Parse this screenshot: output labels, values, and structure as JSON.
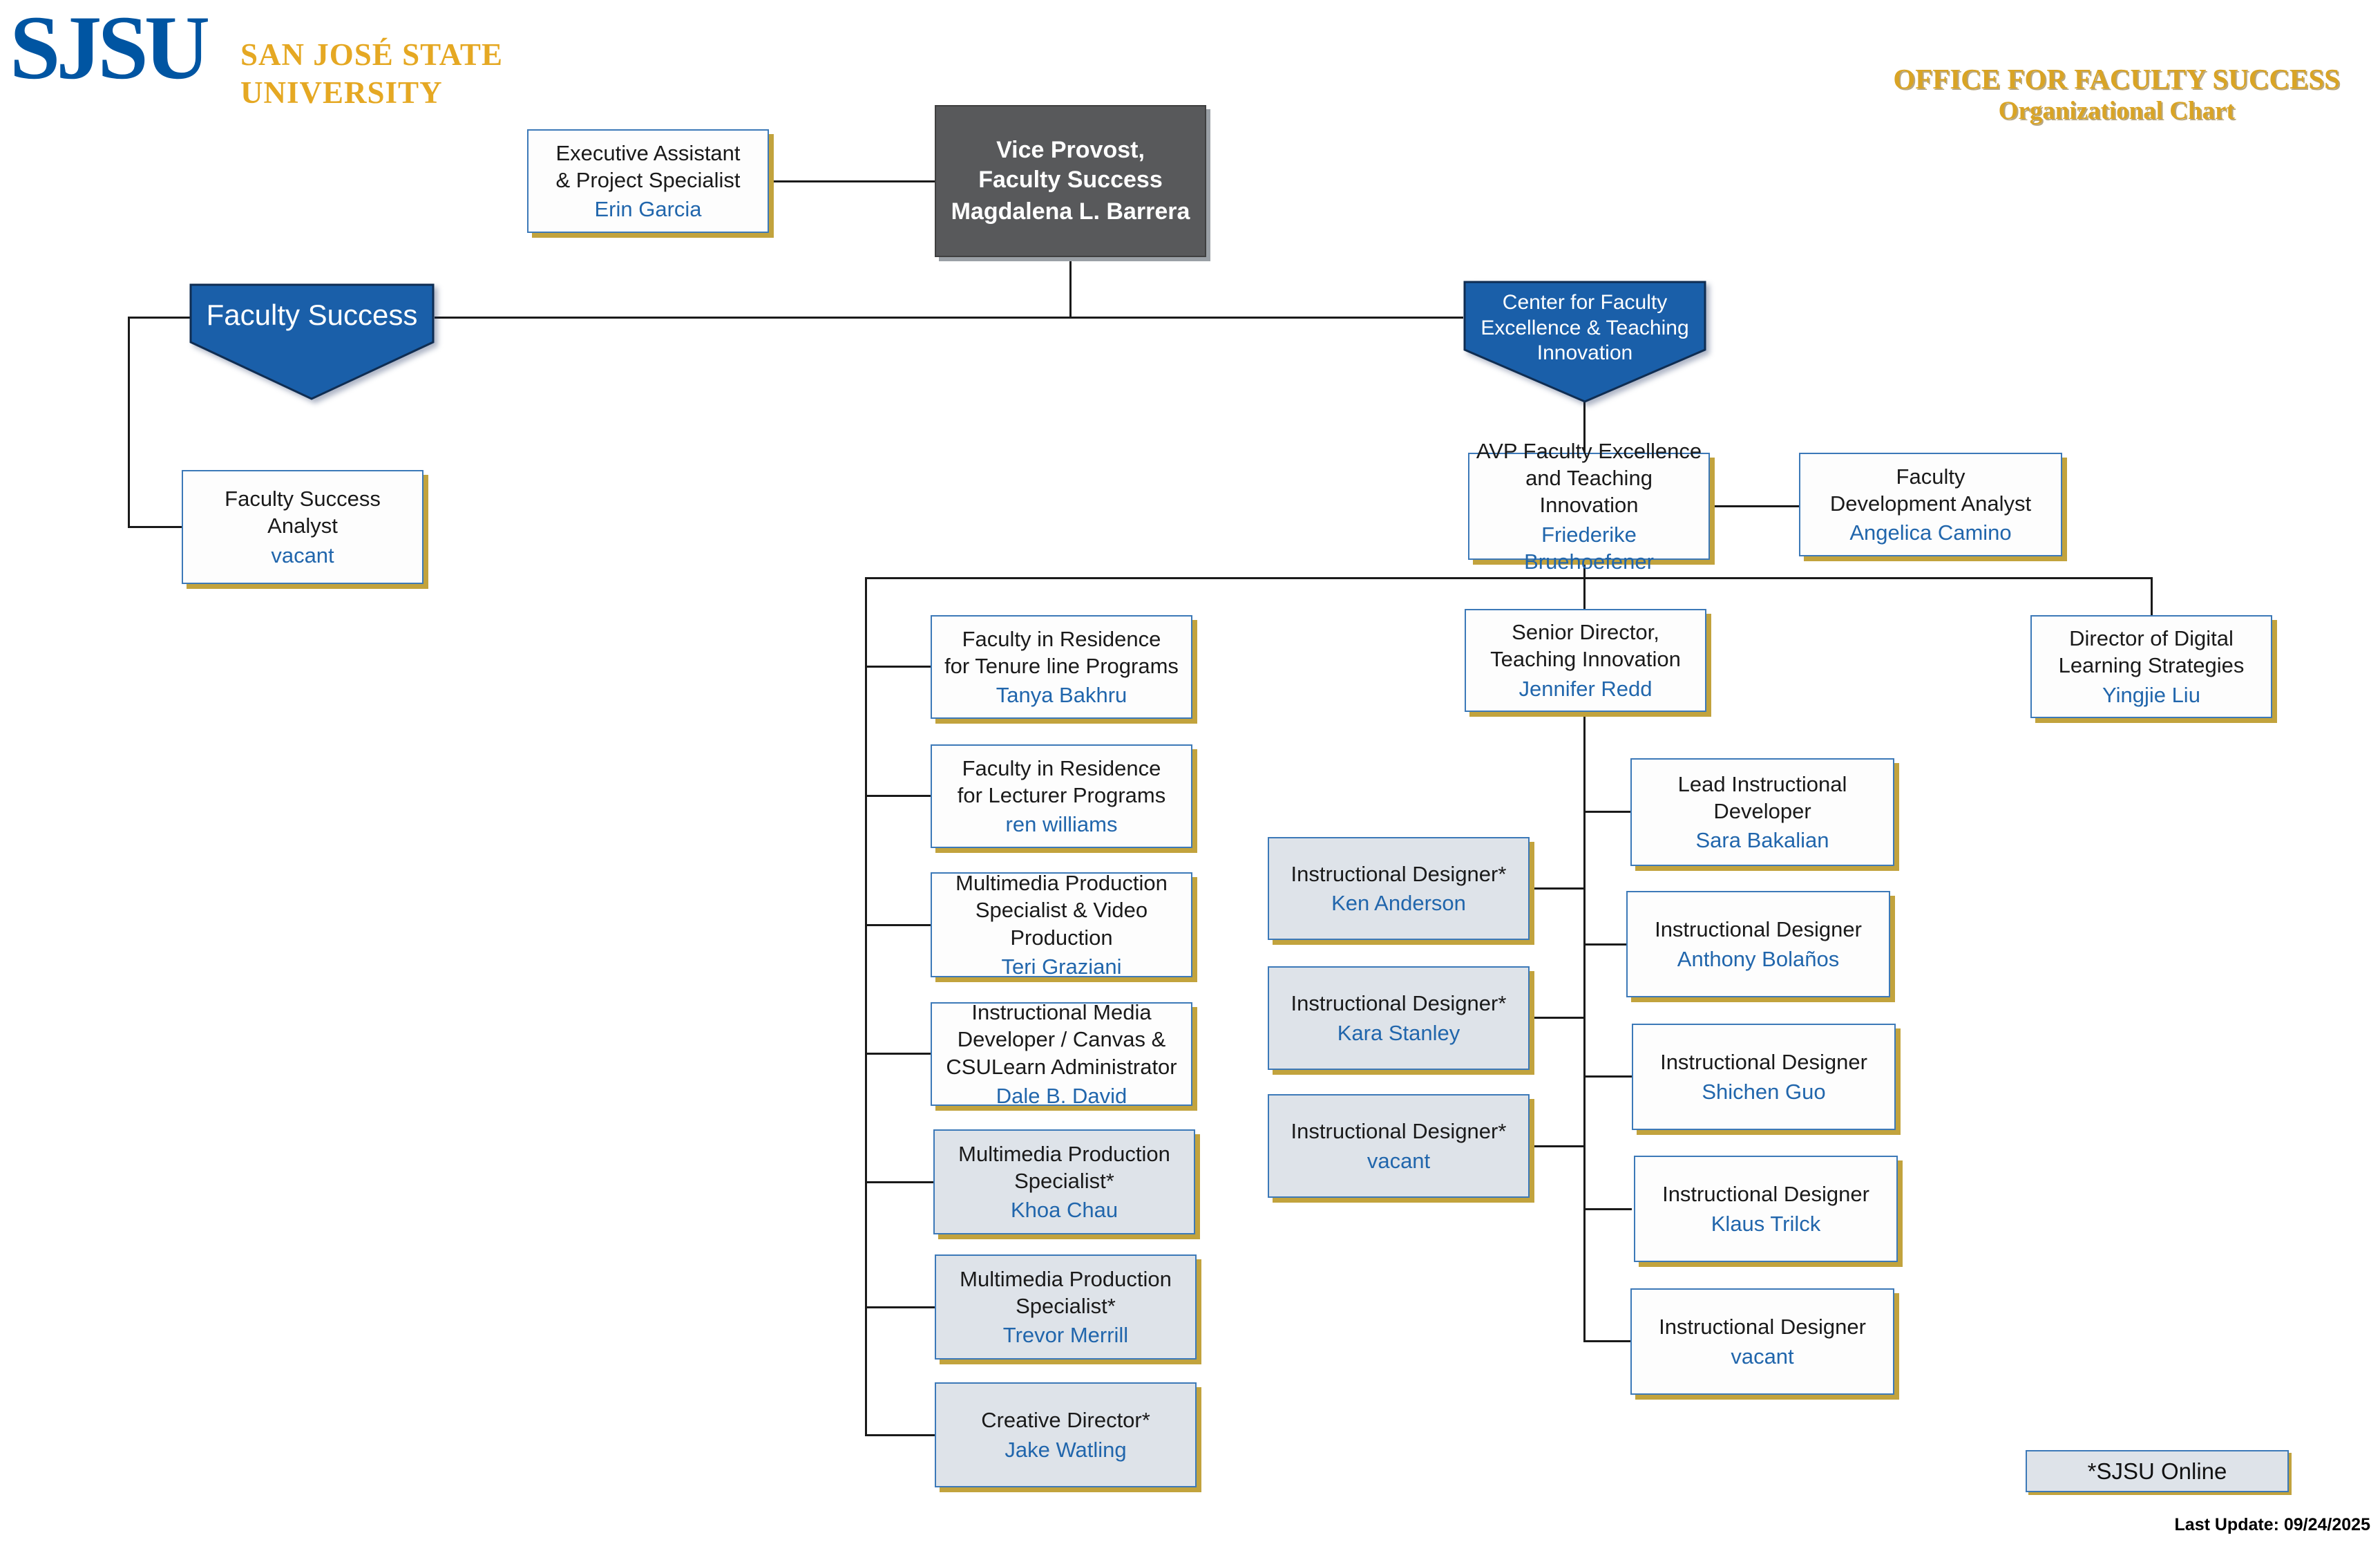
{
  "brand": {
    "acronym": "SJSU",
    "university_name": "SAN JOSÉ STATE\nUNIVERSITY"
  },
  "header": {
    "title_line1": "OFFICE FOR FACULTY SUCCESS",
    "title_line2": "Organizational Chart"
  },
  "banners": {
    "faculty_success": "Faculty Success",
    "cfeti": "Center for Faculty\nExcellence & Teaching\nInnovation"
  },
  "nodes": {
    "exec_assistant": {
      "title": "Executive Assistant\n& Project Specialist",
      "name": "Erin Garcia"
    },
    "vice_provost": {
      "title": "Vice Provost,\nFaculty Success",
      "name": "Magdalena L. Barrera"
    },
    "fs_analyst": {
      "title": "Faculty Success Analyst",
      "name": "vacant"
    },
    "avp": {
      "title": "AVP Faculty Excellence\nand Teaching Innovation",
      "name": "Friederike Bruehoefener"
    },
    "fac_dev_analyst": {
      "title": "Faculty\nDevelopment Analyst",
      "name": "Angelica Camino"
    },
    "senior_director": {
      "title": "Senior Director,\nTeaching Innovation",
      "name": "Jennifer Redd"
    },
    "dir_digital": {
      "title": "Director of Digital\nLearning Strategies",
      "name": "Yingjie Liu"
    },
    "fir_tenure": {
      "title": "Faculty in Residence\nfor Tenure line Programs",
      "name": "Tanya Bakhru"
    },
    "fir_lecturer": {
      "title": "Faculty in Residence\nfor Lecturer Programs",
      "name": "ren williams"
    },
    "mm_video": {
      "title": "Multimedia Production\nSpecialist & Video\nProduction",
      "name": "Teri Graziani"
    },
    "instr_media": {
      "title": "Instructional Media\nDeveloper / Canvas &\nCSULearn Administrator",
      "name": "Dale B. David"
    },
    "mm_khoa": {
      "title": "Multimedia Production\nSpecialist*",
      "name": "Khoa Chau"
    },
    "mm_trevor": {
      "title": "Multimedia Production\nSpecialist*",
      "name": "Trevor Merrill"
    },
    "creative_dir": {
      "title": "Creative Director*",
      "name": "Jake Watling"
    },
    "id_ken": {
      "title": "Instructional Designer*",
      "name": "Ken Anderson"
    },
    "id_kara": {
      "title": "Instructional Designer*",
      "name": "Kara Stanley"
    },
    "id_mid_vacant": {
      "title": "Instructional Designer*",
      "name": "vacant"
    },
    "lead_id": {
      "title": "Lead Instructional\nDeveloper",
      "name": "Sara Bakalian"
    },
    "id_anthony": {
      "title": "Instructional Designer",
      "name": "Anthony Bolaños"
    },
    "id_shichen": {
      "title": "Instructional Designer",
      "name": "Shichen Guo"
    },
    "id_klaus": {
      "title": "Instructional Designer",
      "name": "Klaus Trilck"
    },
    "id_right_vacant": {
      "title": "Instructional Designer",
      "name": "vacant"
    }
  },
  "legend": {
    "sjsu_online": "*SJSU  Online"
  },
  "footer": {
    "last_update": "Last Update: 09/24/2025"
  },
  "colors": {
    "sjsu_blue": "#0055A2",
    "sjsu_gold": "#E5A823",
    "banner_blue": "#1A5FA9",
    "name_blue": "#2166AC",
    "box_border_blue": "#3C79B8",
    "gold_shadow": "#C2A33D",
    "gray_fill": "#DEE3E9",
    "vp_gray": "#58595B",
    "line_black": "#1A1A1A"
  }
}
